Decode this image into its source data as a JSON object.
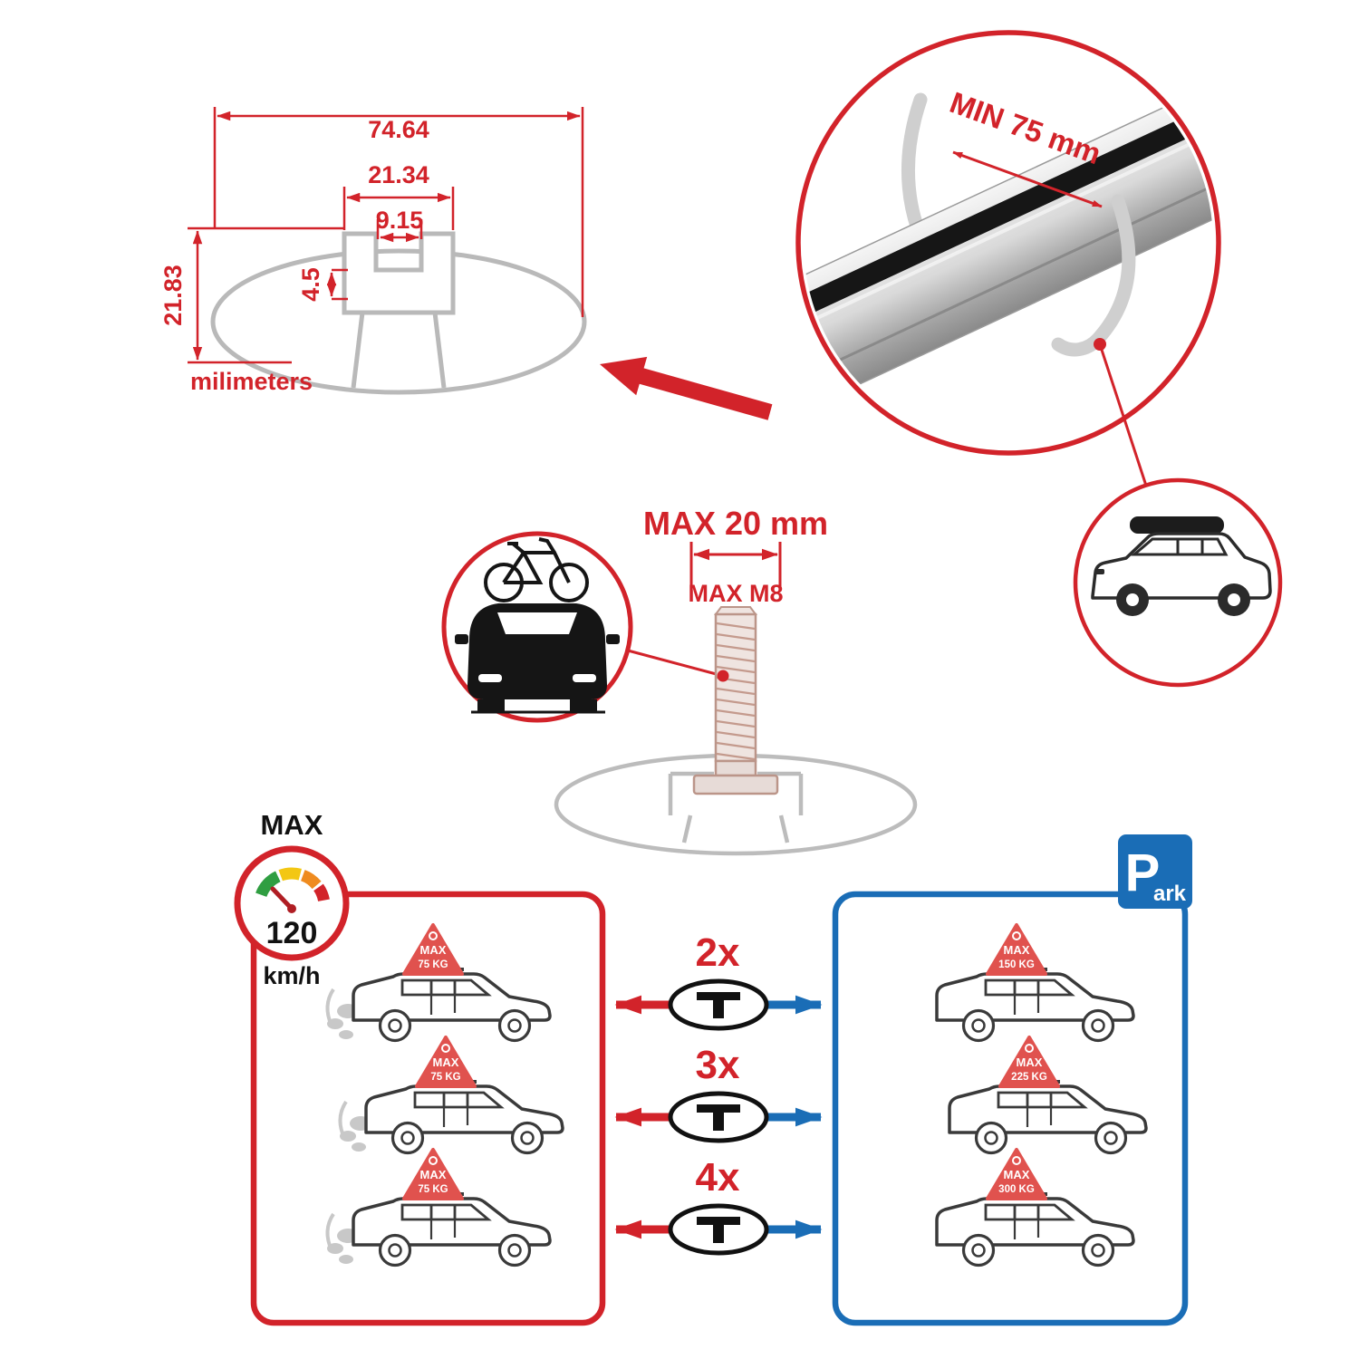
{
  "colors": {
    "red": "#d2232a",
    "blue": "#1a6db6",
    "gray": "#b9b9b9",
    "black": "#111111"
  },
  "cross_section": {
    "dim_total": "74.64",
    "dim_outer_slot": "21.34",
    "dim_inner_slot": "9.15",
    "dim_lip": "4.5",
    "dim_height": "21.83",
    "units": "milimeters"
  },
  "crossbar": {
    "min_span": "MIN 75 mm"
  },
  "bolt": {
    "max_width": "MAX 20 mm",
    "max_thread": "MAX M8"
  },
  "speedometer": {
    "label": "MAX",
    "value": "120",
    "unit": "km/h"
  },
  "park": {
    "letter": "P",
    "rest": "ark"
  },
  "driving_cars": [
    {
      "sign_top": "MAX",
      "sign_value": "75 KG"
    },
    {
      "sign_top": "MAX",
      "sign_value": "75 KG"
    },
    {
      "sign_top": "MAX",
      "sign_value": "75 KG"
    }
  ],
  "parked_cars": [
    {
      "sign_top": "MAX",
      "sign_value": "150 KG"
    },
    {
      "sign_top": "MAX",
      "sign_value": "225 KG"
    },
    {
      "sign_top": "MAX",
      "sign_value": "300 KG"
    }
  ],
  "bar_counts": [
    "2x",
    "3x",
    "4x"
  ]
}
